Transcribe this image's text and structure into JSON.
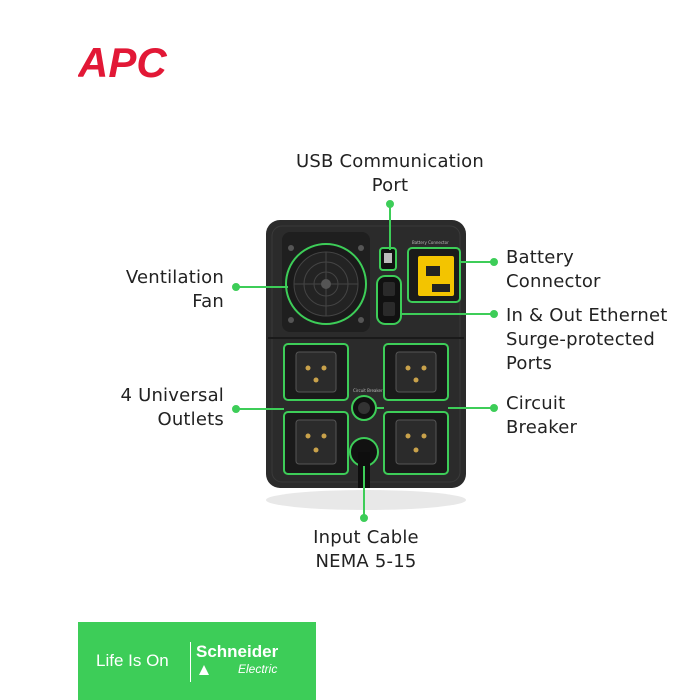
{
  "brand": {
    "logo_text": "APC"
  },
  "labels": {
    "usb": [
      "USB Communication",
      "Port"
    ],
    "fan": [
      "Ventilation",
      "Fan"
    ],
    "battery": [
      "Battery",
      "Connector"
    ],
    "ethernet": [
      "In & Out Ethernet",
      "Surge-protected",
      "Ports"
    ],
    "outlets": [
      "4 Universal",
      "Outlets"
    ],
    "breaker": [
      "Circuit",
      "Breaker"
    ],
    "cable": [
      "Input Cable",
      "NEMA 5-15"
    ]
  },
  "device_labels": {
    "battery_connector": "Battery Connector",
    "circuit_breaker": "Circuit Breaker"
  },
  "footer": {
    "slogan": "Life Is On",
    "company": "Schneider",
    "company_sub": "Electric"
  },
  "colors": {
    "brand_red": "#e21836",
    "callout_green": "#3dcd58",
    "device_body": "#2b2b2b",
    "footer_bg": "#3dcd58"
  },
  "icons": [
    "apc-logo",
    "schneider-electric-mark"
  ]
}
